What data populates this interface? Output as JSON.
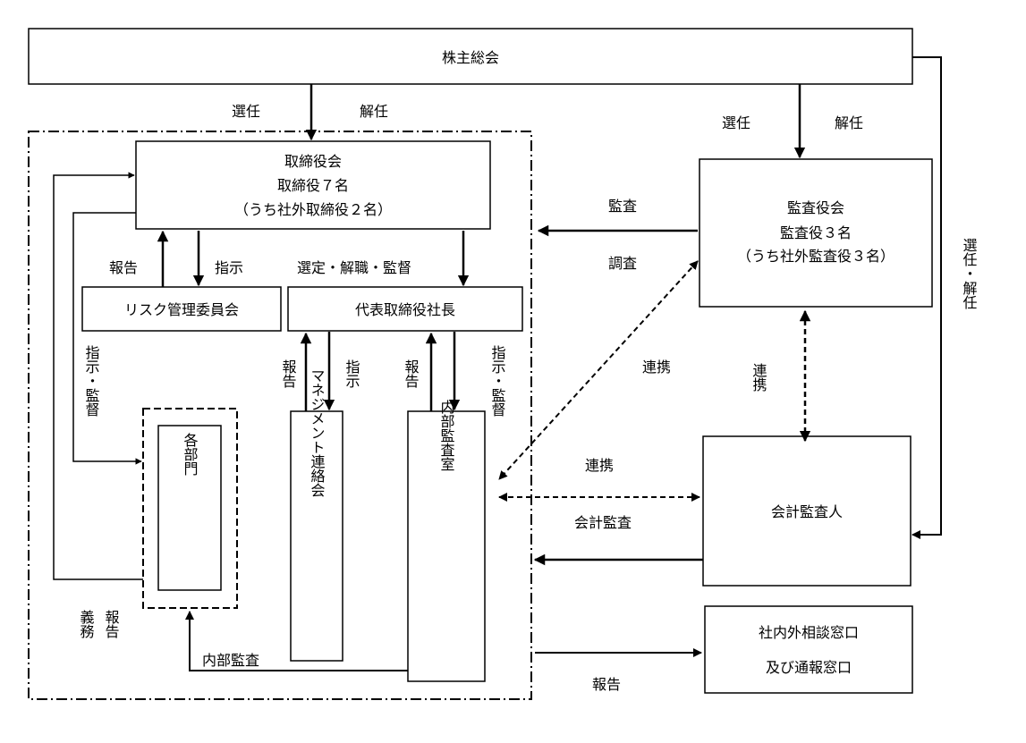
{
  "shareholders": {
    "label": "株主総会"
  },
  "board": {
    "line1": "取締役会",
    "line2": "取締役７名",
    "line3": "（うち社外取締役２名）"
  },
  "auditors_board": {
    "line1": "監査役会",
    "line2": "監査役３名",
    "line3": "（うち社外監査役３名）"
  },
  "risk_committee": {
    "label": "リスク管理委員会"
  },
  "president": {
    "label": "代表取締役社長"
  },
  "departments": {
    "label": "各部門"
  },
  "management_council": {
    "label": "マネジメント連絡会"
  },
  "internal_audit_office": {
    "label": "内部監査室"
  },
  "accounting_auditor": {
    "label": "会計監査人"
  },
  "consultation_window": {
    "line1": "社内外相談窓口",
    "line2": "及び通報窓口"
  },
  "labels": {
    "elect": "選任",
    "dismiss": "解任",
    "elect2": "選任",
    "dismiss2": "解任",
    "elect_dismiss_vertical": "選任・解任",
    "audit": "監査",
    "investigate": "調査",
    "report_risk": "報告",
    "instruct_risk": "指示",
    "select_dismiss_supervise": "選定・解職・監督",
    "instruct_supervise_left": "指示・監督",
    "report_mgmt": "報告",
    "instruct_mgmt": "指示",
    "report_audit": "報告",
    "instruct_supervise_audit": "指示・監督",
    "cooperate_audit": "連携",
    "cooperate_auditors": "連携",
    "cooperate_accounting": "連携",
    "accounting_audit": "会計監査",
    "internal_audit": "内部監査",
    "report_duty_1": "報告",
    "report_duty_2": "義務",
    "report_window": "報告"
  }
}
